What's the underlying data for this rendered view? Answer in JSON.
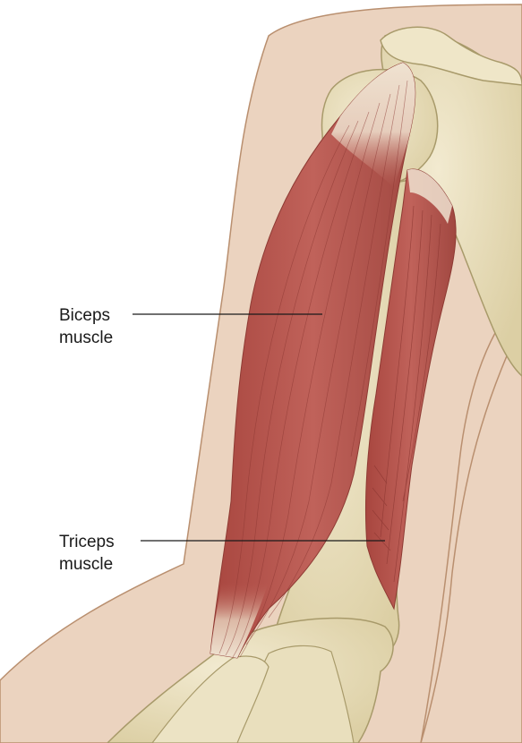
{
  "labels": {
    "biceps": {
      "line1": "Biceps",
      "line2": "muscle"
    },
    "triceps": {
      "line1": "Triceps",
      "line2": "muscle"
    }
  },
  "colors": {
    "skin": "#ebd3bf",
    "skin_outline": "#b98f6f",
    "bone": "#e6dcb6",
    "bone_outline": "#a89a6a",
    "muscle": "#b8584f",
    "muscle_dark": "#9c3f38",
    "tendon": "#ead9c4",
    "leader_line": "#1a1a1a"
  }
}
